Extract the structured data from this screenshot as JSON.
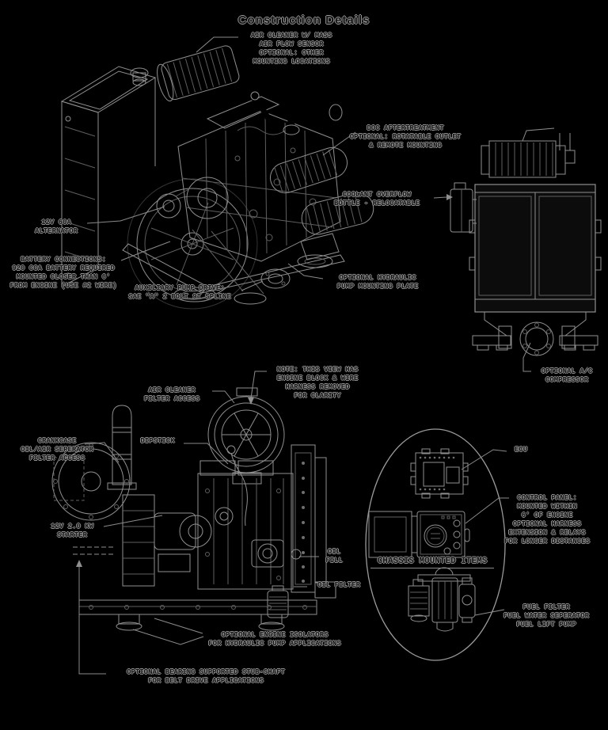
{
  "title": "Construction Details",
  "colors": {
    "background": "#000000",
    "line": "#8f8f8f",
    "line_dim": "#5f5f5f",
    "text_core": "#151515",
    "text_outline": "#8d8d8d",
    "panel_fill": "#0c0c0c"
  },
  "labels": {
    "air_cleaner": "AIR CLEANER W/ MASS\nAIR FLOW SENSOR\nOPTIONAL: OTHER\nMOUNTING LOCATIONS",
    "doc_aftertreatment": "DOC AFTERTREATMENT\nOPTIONAL: ROTATABLE OUTLET\n& REMOTE MOUNTING",
    "coolant_overflow": "COOLANT OVERFLOW\nBOTTLE - RELOCATABLE",
    "alternator": "12V 60A\nALTERNATOR",
    "battery": "BATTERY CONNECTIONS:\n920 CCA BATTERY REQUIRED\nMOUNTED CLOSER THAN 6'\nFROM ENGINE (USE #2 WIRE)",
    "aux_pump": "AUXILIARY PUMP DRIVE:\nSAE \"A\" 2 BOLT 9T SPLINE",
    "hydraulic_plate": "OPTIONAL HYDRAULIC\nPUMP MOUNTING PLATE",
    "ac_compressor": "OPTIONAL A/C\nCOMPRESSOR",
    "note": "NOTE: THIS VIEW HAS\nENGINE BLOCK & WIRE\nHARNESS REMOVED\nFOR CLARITY",
    "air_cleaner_access": "AIR CLEANER\nFILTER ACCESS",
    "crankcase": "CRANKCASE\nOIL/AIR SEPERATOR\nFILTER ACCESS",
    "dipstick": "DIPSTICK",
    "starter": "12V 2.0 KW\nSTARTER",
    "oil_fill": "OIL\nFILL",
    "oil_filter": "OIL FILTER",
    "chassis_heading": "CHASSIS MOUNTED ITEMS",
    "ecu": "ECU",
    "control_panel": "CONTROL PANEL:\nMOUNTED WITHIN\n6' OF ENGINE\nOPTIONAL HARNESS\nEXTENSION & RELAYS\nFOR LONGER DISTANCES",
    "fuel_filter": "FUEL FILTER\nFUEL WATER SEPERATOR\nFUEL LIFT PUMP",
    "engine_isolators": "OPTIONAL ENGINE ISOLATORS\nFOR HYDRAULIC PUMP APPLICATIONS",
    "stub_shaft": "OPTIONAL BEARING SUPPORTED STUB-SHAFT\nFOR BELT DRIVE APPLICATIONS"
  }
}
